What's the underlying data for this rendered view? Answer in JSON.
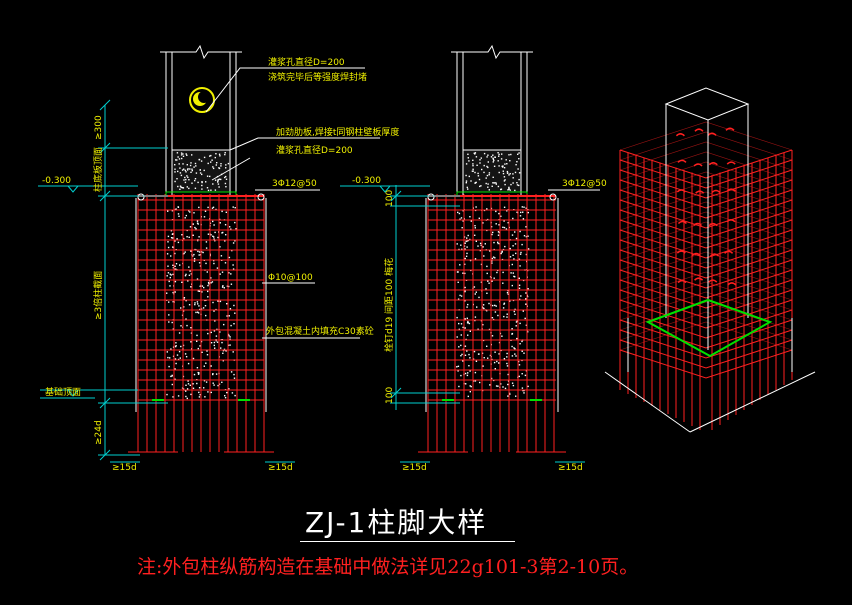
{
  "drawing": {
    "title": "ZJ-1柱脚大样",
    "note": "注:外包柱纵筋构造在基础中做法详见22g101-3第2-10页。",
    "colors": {
      "background": "#000000",
      "rebar": "#ff2020",
      "outline": "#ffffff",
      "dimension": "#00d0d0",
      "annotation": "#f0f000",
      "concrete_dot": "#ffffff",
      "baseplate": "#00e000"
    }
  },
  "left_view": {
    "callout_top_1": "灌浆孔直径D=200",
    "callout_top_2": "浇筑完毕后等强度焊封堵",
    "callout_mid_1": "加劲肋板,焊接t同钢柱壁板厚度",
    "callout_mid_2": "灌浆孔直径D=200",
    "elev_label": "-0.300",
    "stirrup_top": "3Φ12@50",
    "stirrup_body": "Φ10@100",
    "concrete_note": "外包混凝土内填充C30素砼",
    "dim_top": "≥300",
    "dim_top_label": "柱底板顶面",
    "dim_mid": "≥3倍柱截面",
    "dim_bot": "≥24d",
    "base_label": "基础顶面",
    "anchor_left": "≥15d",
    "anchor_right": "≥15d"
  },
  "right_view": {
    "elev_label": "-0.300",
    "stirrup_top": "3Φ12@50",
    "dim_top": "100",
    "dim_mid": "栓钉d19 间距100 梅花",
    "dim_bot": "100",
    "anchor_left": "≥15d",
    "anchor_right": "≥15d"
  }
}
